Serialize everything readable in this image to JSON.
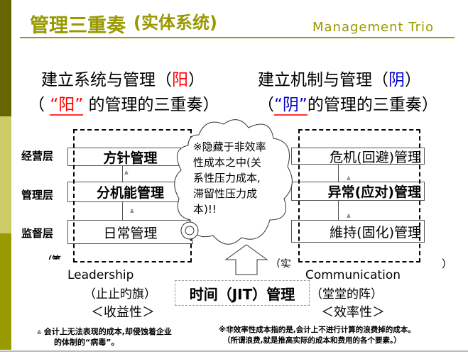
{
  "header": {
    "title": "管理三重奏",
    "subtitle": "(实体系统)",
    "english_title": "Management  Trio"
  },
  "colors": {
    "accent": "#999900",
    "dark_olive": "#666600",
    "light_olive": "#cccc66",
    "yang": "#ff0000",
    "yin": "#0000cc"
  },
  "left_heading": {
    "line1_pre": "建立系统与管理（",
    "line1_char": "阳",
    "line1_post": "）",
    "line2_open": "（ ",
    "line2_q": "“阳”",
    "line2_rest": " 的管理的三重奏）"
  },
  "right_heading": {
    "line1_pre": "建立机制与管理（",
    "line1_char": "阴",
    "line1_post": "）",
    "line2_open": "（",
    "line2_q": "“阴”",
    "line2_rest": "的管理的三重奏）"
  },
  "levels": [
    "经营层",
    "管理层",
    "监督层"
  ],
  "left_rows": [
    "方针管理",
    "分机能管理",
    "日常管理"
  ],
  "right_rows": [
    "危机(回避)管理",
    "异常(应对)管理",
    "維持(固化)管理"
  ],
  "cloud_text": [
    "※隐藏于非效率",
    "性成本之中(关",
    "系性压力成本,",
    "滞留性压力成",
    "本)!!"
  ],
  "partial": {
    "left": "（笔",
    "middle": "（实",
    "right": "）"
  },
  "left_footer": {
    "english": "Leadership",
    "chinese": "（止止旳旗）",
    "label": "＜收益性＞"
  },
  "center_box": "时间（JIT）管理",
  "right_footer": {
    "english": "Communication",
    "chinese": "（堂堂的阵）",
    "label": "＜效率性＞"
  },
  "notes": {
    "left_line1": "会计上无法表现的成本,却侵蚀着企业",
    "left_line2": "的体制的“病毒”。",
    "right_line1": "※非效率性成本指的是,会计上不进行计算的浪费掉的成本。",
    "right_line2": "（所谓浪费,就是推高实际的成本和费用的各个要素。）"
  }
}
